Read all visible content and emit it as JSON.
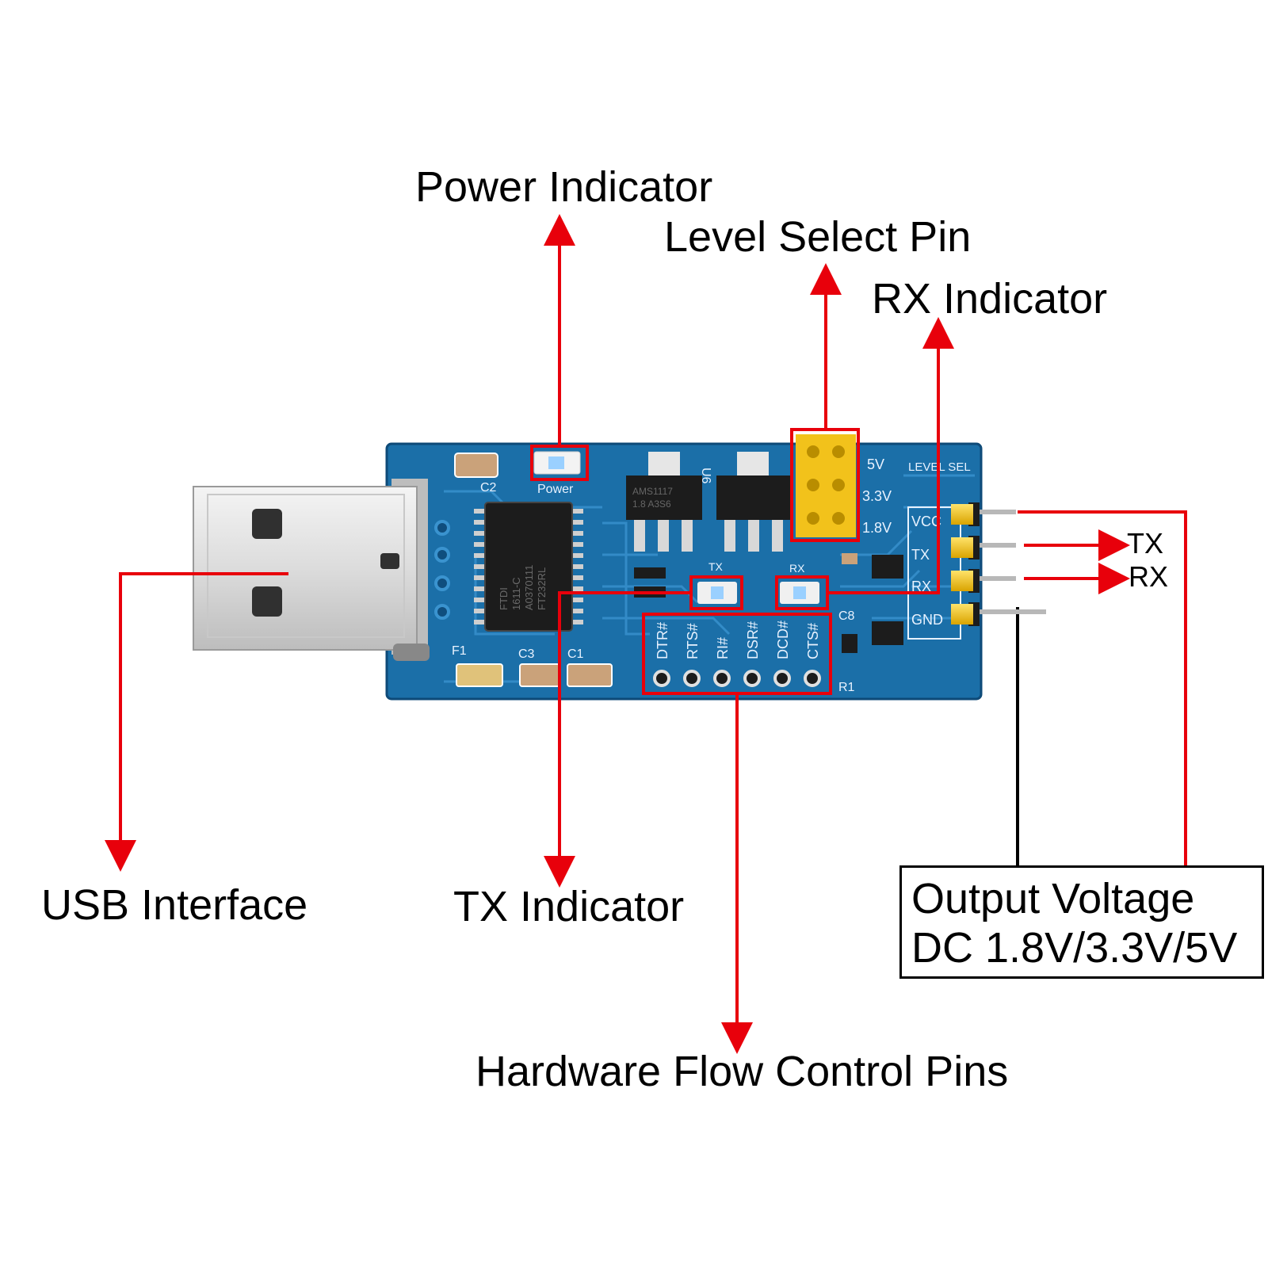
{
  "callouts": {
    "power_indicator": "Power Indicator",
    "level_select_pin": "Level Select Pin",
    "rx_indicator": "RX Indicator",
    "usb_interface": "USB Interface",
    "tx_indicator": "TX Indicator",
    "hardware_flow_control_pins": "Hardware Flow Control Pins",
    "tx_pin": "TX",
    "rx_pin": "RX",
    "output_voltage_line1": "Output Voltage",
    "output_voltage_line2": "DC 1.8V/3.3V/5V"
  },
  "board": {
    "silkscreen": {
      "c2": "C2",
      "power": "Power",
      "u6": "U6",
      "tx_led": "TX",
      "rx_led": "RX",
      "v5": "5V",
      "v33": "3.3V",
      "v18": "1.8V",
      "level_sel": "LEVEL  SEL",
      "vcc": "VCC",
      "tx": "TX",
      "rx": "RX",
      "gnd": "GND",
      "c8": "C8",
      "r1": "R1",
      "f1": "F1",
      "c3": "C3",
      "c1": "C1",
      "flow_pins": [
        "DTR#",
        "RTS#",
        "RI#",
        "DSR#",
        "DCD#",
        "CTS#"
      ],
      "chip_text": [
        "FTDI",
        "1611-C",
        "A0370111",
        "FT232RL"
      ],
      "reg_text": [
        "AMS1117",
        "1.8 A3S6"
      ]
    }
  },
  "colors": {
    "pcb": "#1b6fa8",
    "pcb_dark": "#13568a",
    "trace": "#2f86c1",
    "annotation_red": "#e8000b",
    "pin_gold": "#f2c21b",
    "usb_metal": "#e4e4e4"
  }
}
